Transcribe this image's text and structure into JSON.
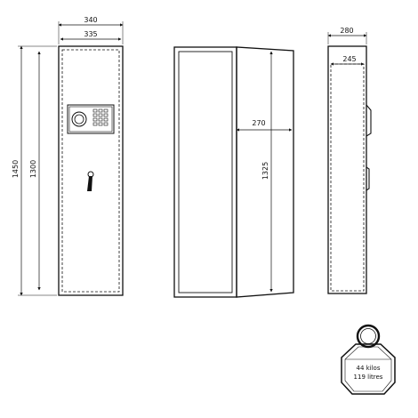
{
  "front_view": {
    "outer_width": "340",
    "inner_width": "335",
    "outer_height": "1450",
    "inner_height": "1300"
  },
  "open_view": {
    "interior_depth": "270",
    "door_height": "1325"
  },
  "side_view": {
    "outer_depth": "280",
    "inner_depth": "245"
  },
  "weight_badge": {
    "weight": "44 kilos",
    "volume": "119 litres"
  }
}
